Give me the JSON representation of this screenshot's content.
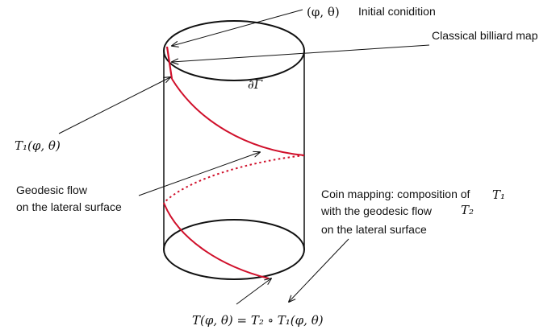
{
  "labels": {
    "initial_condition_math": "(φ, θ)",
    "initial_condition_text": "Initial conidition",
    "billiard_map": "Classical billiard map",
    "boundary": "∂Γ",
    "t1_label": "T₁(φ, θ)",
    "geodesic_line1": "Geodesic flow",
    "geodesic_line2": "on the lateral surface",
    "coin_line1": "Coin mapping: composition of",
    "coin_t1": "T₁",
    "coin_line2": "with the geodesic flow",
    "coin_t2": "T₂",
    "coin_line3": "on the lateral surface",
    "composition": "T(φ, θ) = T₂ ∘ T₁(φ, θ)"
  },
  "colors": {
    "outline": "#111111",
    "trajectory": "#d0102b"
  }
}
